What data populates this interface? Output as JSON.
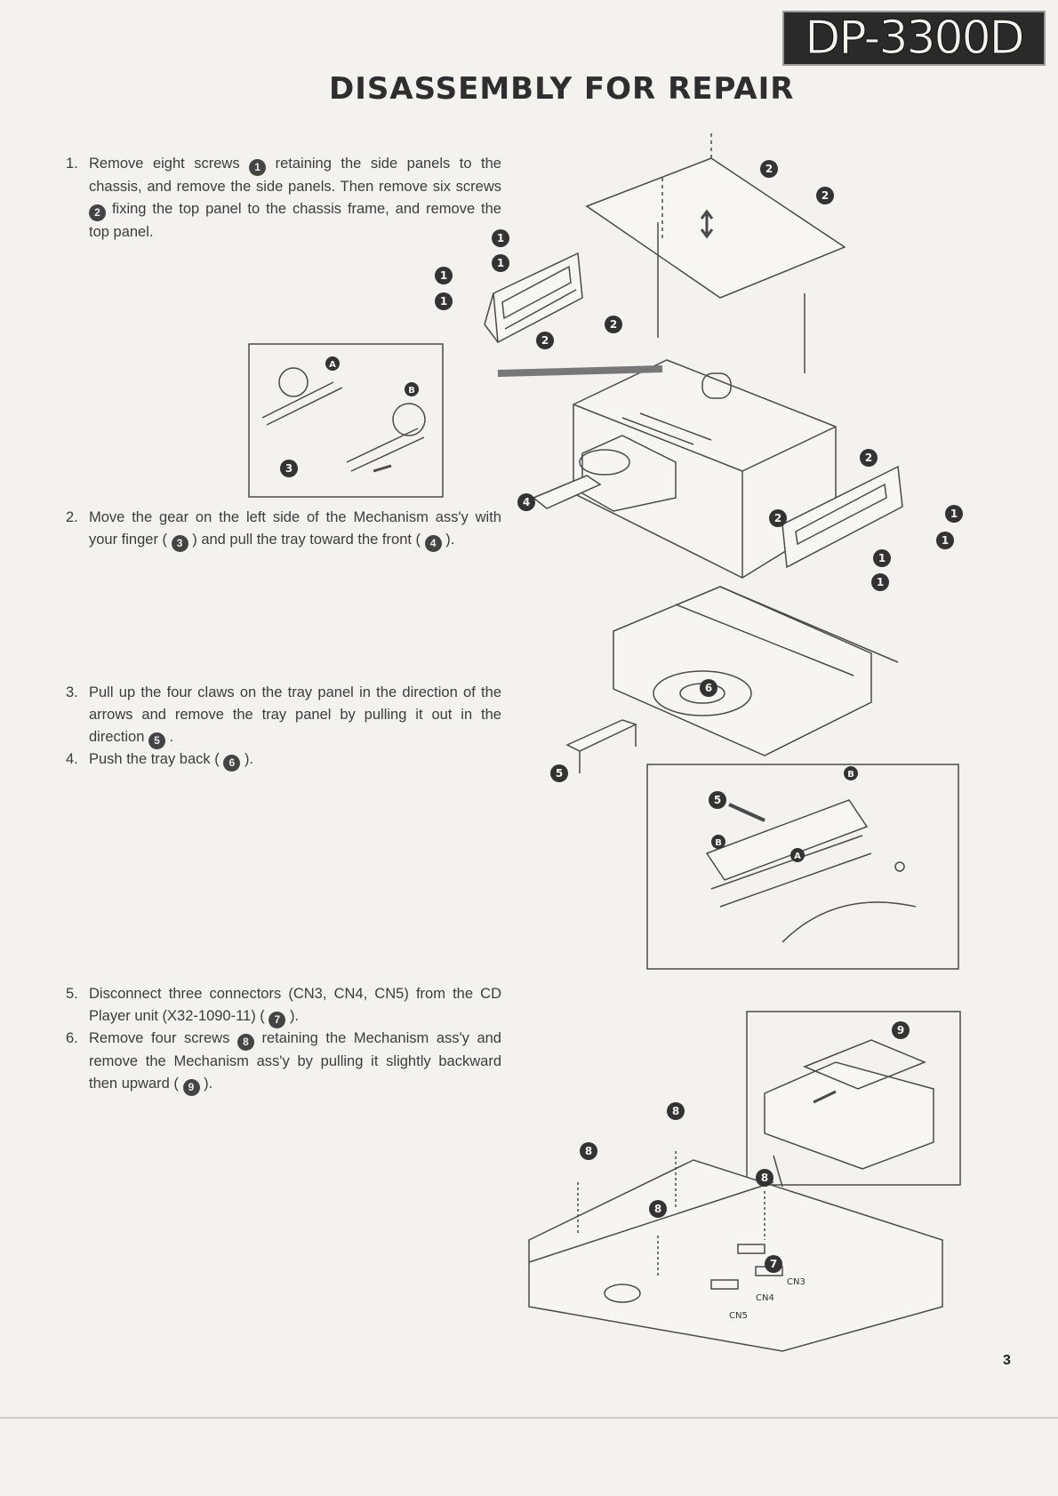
{
  "header": {
    "model": "DP-3300D",
    "title": "DISASSEMBLY FOR REPAIR"
  },
  "steps": [
    {
      "num": "1.",
      "parts": [
        "Remove eight screws",
        "1",
        "retaining the side panels to the chassis, and remove the side panels. Then remove six screws",
        "2",
        "fixing the top panel to the chassis frame, and remove the top panel."
      ]
    },
    {
      "num": "2.",
      "parts": [
        "Move the gear on the left side of the Mechanism ass'y with your finger (",
        "3",
        ") and pull the tray toward the front (",
        "4",
        ")."
      ]
    },
    {
      "num": "3.",
      "parts": [
        "Pull up the four claws on the tray panel in the direction of the arrows and remove the tray panel by pulling it out in the direction",
        "5",
        "."
      ]
    },
    {
      "num": "4.",
      "parts": [
        "Push the tray back (",
        "6",
        ")."
      ]
    },
    {
      "num": "5.",
      "parts": [
        "Disconnect three connectors (CN3, CN4, CN5) from the CD Player unit (X32-1090-11) (",
        "7",
        ")."
      ]
    },
    {
      "num": "6.",
      "parts": [
        "Remove four screws",
        "8",
        "retaining the Mechanism ass'y and remove the Mechanism ass'y by pulling it slightly backward then upward (",
        "9",
        ")."
      ]
    }
  ],
  "figure_labels": {
    "a": "A",
    "b": "B",
    "cn3": "CN3",
    "cn4": "CN4",
    "cn5": "CN5"
  },
  "page_number": "3"
}
